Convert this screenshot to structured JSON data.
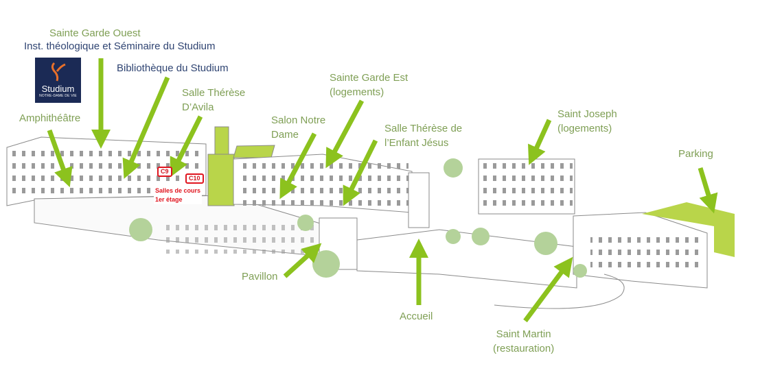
{
  "logo": {
    "name": "Studium",
    "subtitle": "NOTRE-DAME DE VIE"
  },
  "labels": {
    "sainte_garde_ouest": "Sainte Garde Ouest",
    "inst_theologique": "Inst. théologique et Séminaire du Studium",
    "bibliotheque": "Bibliothèque du Studium",
    "salle_therese_avila_1": "Salle Thérèse",
    "salle_therese_avila_2": "D’Avila",
    "amphitheatre": "Amphithéâtre",
    "sainte_garde_est_1": "Sainte Garde Est",
    "sainte_garde_est_2": "(logements)",
    "salon_notre_dame_1": "Salon Notre",
    "salon_notre_dame_2": "Dame",
    "salle_therese_enfant_1": "Salle Thérèse de",
    "salle_therese_enfant_2": "l’Enfant Jésus",
    "saint_joseph_1": "Saint Joseph",
    "saint_joseph_2": "(logements)",
    "parking": "Parking",
    "pavillon": "Pavillon",
    "accueil": "Accueil",
    "saint_martin_1": "Saint Martin",
    "saint_martin_2": "(restauration)"
  },
  "rooms": {
    "c9": "C9",
    "c10": "C10",
    "note_1": "Salles de cours",
    "note_2": "1er étage"
  },
  "colors": {
    "arrow": "#8cc21e",
    "label_green": "#7f9f55",
    "label_blue": "#2f4472",
    "room_red": "#e0141e",
    "logo_bg": "#1b2a55"
  }
}
